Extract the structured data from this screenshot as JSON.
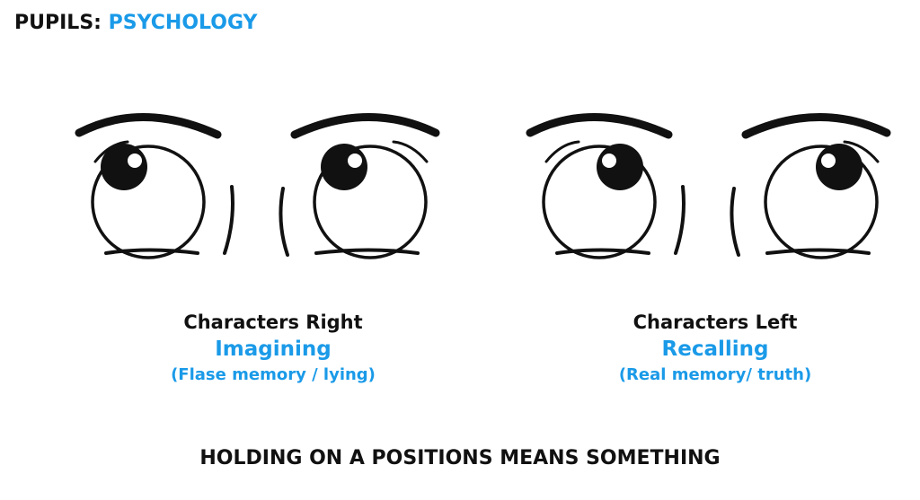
{
  "title": {
    "prefix": "PUPILS:",
    "accent": "PSYCHOLOGY"
  },
  "panels": [
    {
      "line1": "Characters Right",
      "line2": "Imagining",
      "line3": "(Flase memory / lying)",
      "gaze": "upper-right"
    },
    {
      "line1": "Characters Left",
      "line2": "Recalling",
      "line3": "(Real memory/ truth)",
      "gaze": "upper-left"
    }
  ],
  "footer": "HOLDING ON A POSITIONS MEANS SOMETHING",
  "colors": {
    "accent": "#1a9ae8",
    "text": "#111111",
    "background": "#ffffff"
  }
}
